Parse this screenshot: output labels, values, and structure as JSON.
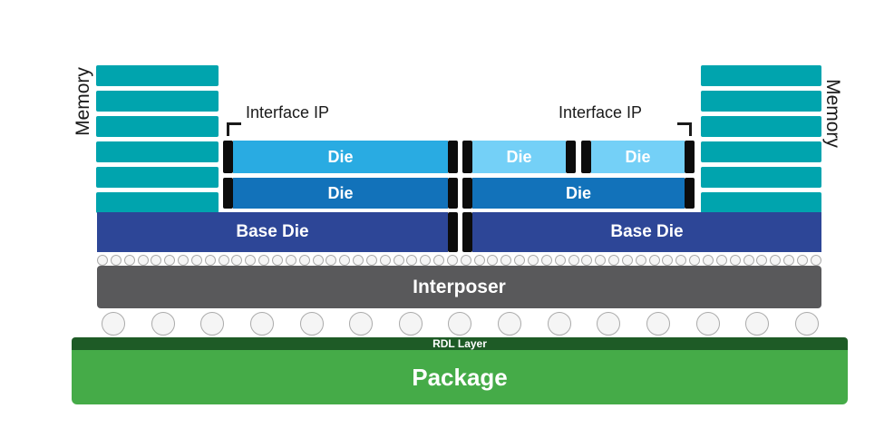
{
  "labels": {
    "memory_left": "Memory",
    "memory_right": "Memory",
    "interface_ip_left": "Interface IP",
    "interface_ip_right": "Interface IP",
    "die_row1_left": "Die",
    "die_row1_center": "Die",
    "die_row1_right": "Die",
    "die_row2_left": "Die",
    "die_row2_right": "Die",
    "base_die_left": "Base Die",
    "base_die_right": "Base Die",
    "interposer": "Interposer",
    "rdl_layer": "RDL Layer",
    "package": "Package"
  },
  "memory": {
    "bars_per_stack": 6
  },
  "bumps": {
    "microbump_count": 54,
    "c4_bump_count": 15
  },
  "colors": {
    "teal": "#00A4AE",
    "sky_blue": "#29ABE2",
    "light_blue": "#74D0F7",
    "mid_blue": "#1272BA",
    "navy": "#2D4697",
    "interface_black": "#0C0C0C",
    "interposer_gray": "#59595B",
    "package_green": "#45AB48",
    "rdl_green": "#1E5B26",
    "bump_fill": "#F5F5F5",
    "bump_stroke": "#ABABAB",
    "label_text": "#1A1A1A",
    "die_text": "#FFFFFF"
  }
}
